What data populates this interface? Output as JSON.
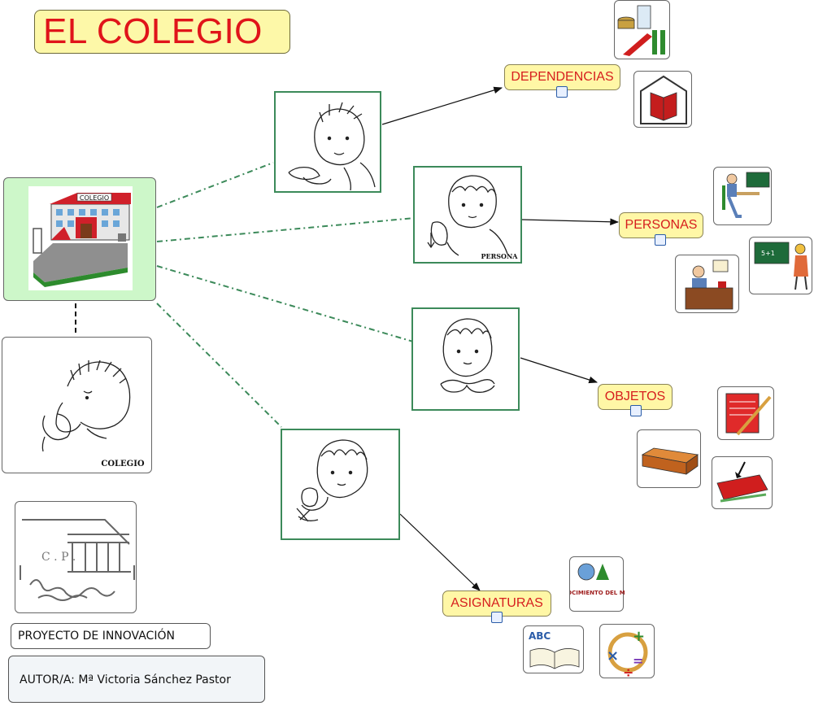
{
  "title": "EL COLEGIO",
  "concepts": {
    "dependencias": "DEPENDENCIAS",
    "personas": "PERSONAS",
    "objetos": "OBJETOS",
    "asignaturas": "ASIGNATURAS"
  },
  "captions": {
    "colegio_sign": "COLEGIO",
    "persona_sign": "PERSONA",
    "school_sign": "COLEGIO",
    "conocimiento": "CONOCIMIENTO DEL MEDIO",
    "abc": "ABC"
  },
  "footer": {
    "project": "PROYECTO DE INNOVACIÓN",
    "author": "AUTOR/A: Mª Victoria Sánchez Pastor"
  },
  "colors": {
    "concept_fill": "#fff7a6",
    "concept_text": "#d61e1e",
    "connector_green": "#3c8a5a",
    "title_text": "#e0141a"
  }
}
